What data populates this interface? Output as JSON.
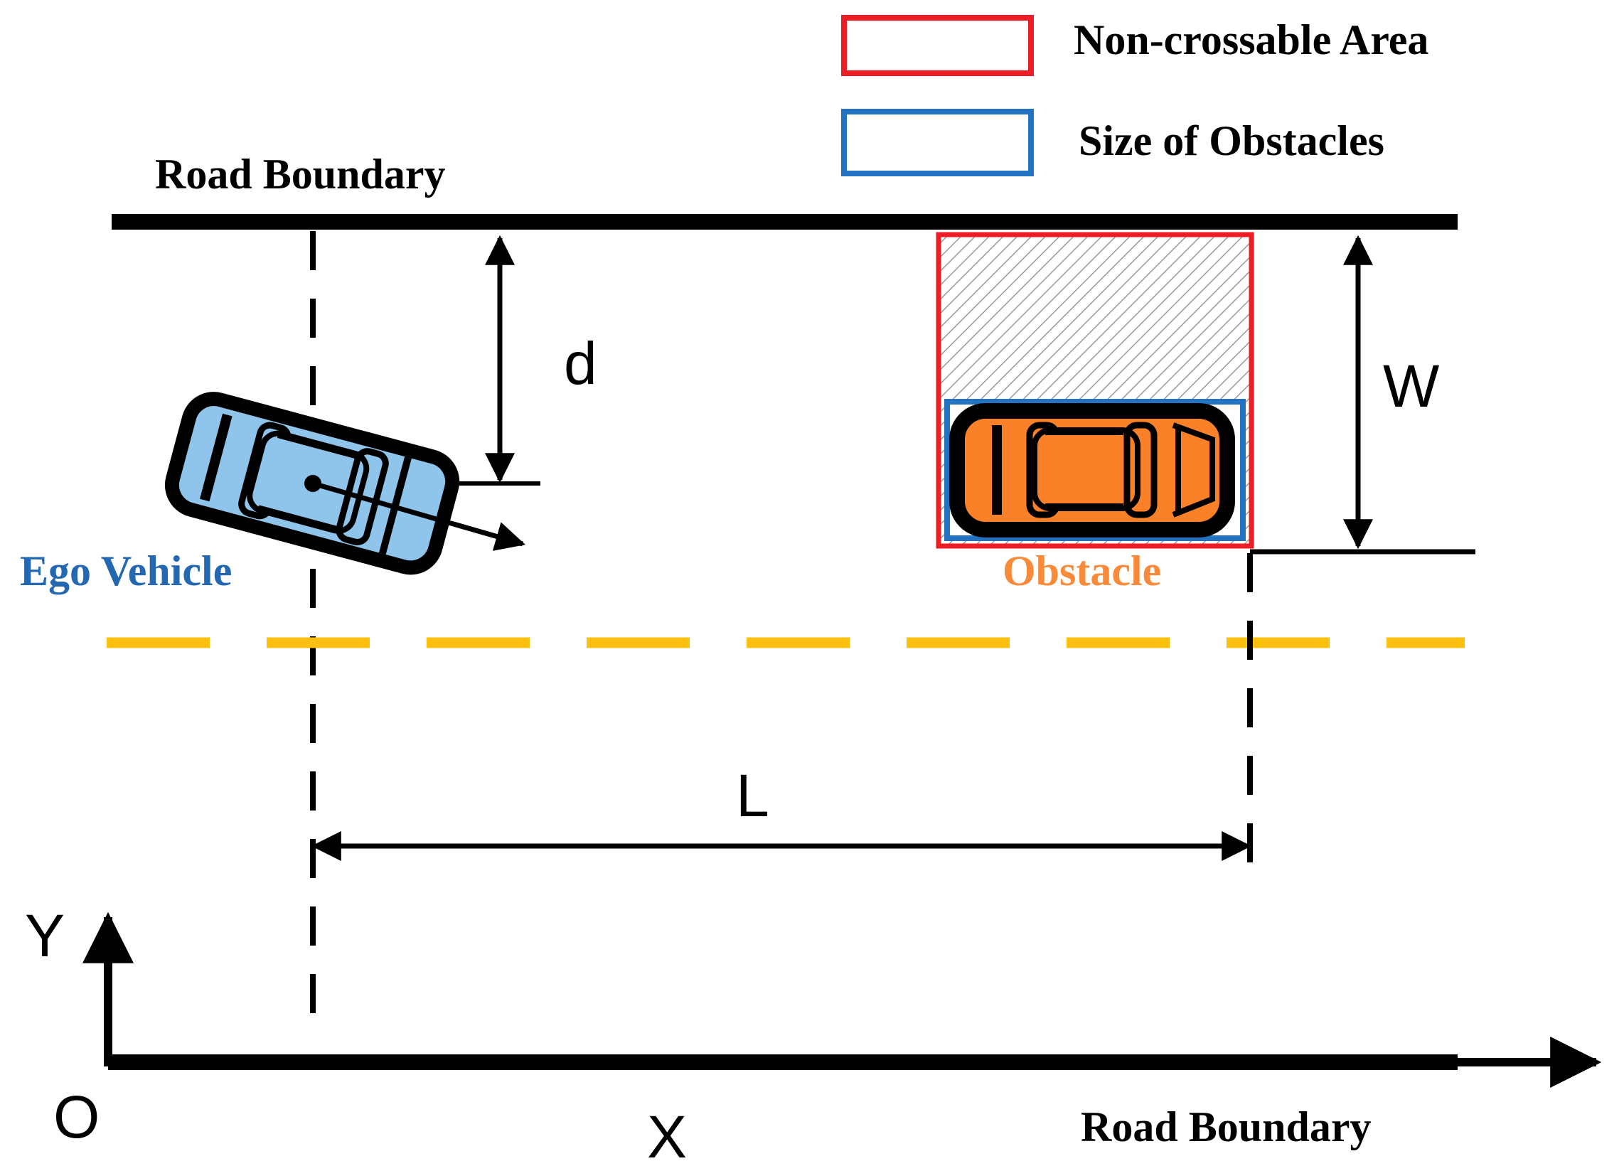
{
  "legend": {
    "items": [
      {
        "label": "Non-crossable Area",
        "color": "#ee1c25"
      },
      {
        "label": "Size of Obstacles",
        "color": "#2373c2"
      }
    ]
  },
  "labels": {
    "road_boundary_top": "Road Boundary",
    "road_boundary_bottom": "Road Boundary",
    "ego_vehicle": "Ego Vehicle",
    "obstacle": "Obstacle",
    "d": "d",
    "W": "W",
    "L": "L",
    "axis_y": "Y",
    "axis_x": "X",
    "origin": "O"
  },
  "colors": {
    "ego_body": "#8fc5ea",
    "ego_label": "#2368b0",
    "obstacle_body": "#fb8128",
    "obstacle_label": "#f98a3a",
    "lane_marking": "#fec00f",
    "outline": "#000000",
    "hatch": "#9a9a9a"
  }
}
